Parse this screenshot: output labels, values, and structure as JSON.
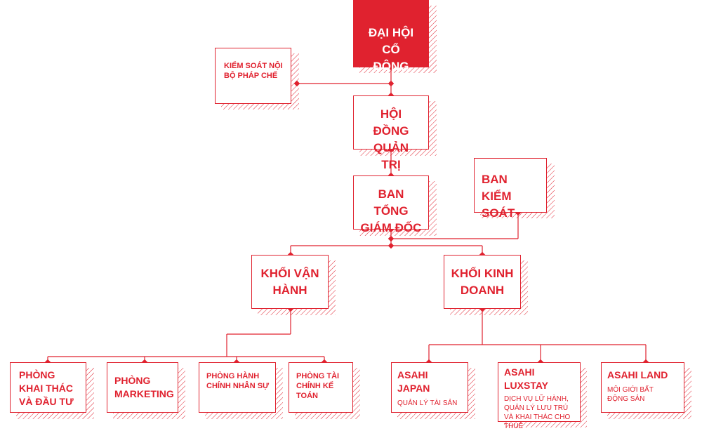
{
  "colors": {
    "accent": "#e0222f",
    "hatch": "#e0222f",
    "background": "#ffffff"
  },
  "nodes": {
    "shareholders": "ĐẠI HỘI CỔ ĐÔNG",
    "internal_control": "KIỂM SOÁT NỘI BỘ PHÁP CHẾ",
    "board": "HỘI ĐỒNG QUẢN TRỊ",
    "ceo_board": "BAN TỔNG GIÁM ĐỐC",
    "supervisory": "BAN KIỂM SOÁT",
    "operations": "KHỐI VẬN HÀNH",
    "business": "KHỐI KINH DOANH",
    "investment": "PHÒNG KHAI THÁC VÀ ĐẦU TƯ",
    "marketing": "PHÒNG MARKETING",
    "hr": "PHÒNG HÀNH CHÍNH NHÂN SỰ",
    "finance": "PHÒNG TÀI CHÍNH KẾ TOÁN",
    "asahi_japan": {
      "title": "ASAHI JAPAN",
      "desc": "QUẢN LÝ TÀI SẢN"
    },
    "asahi_luxstay": {
      "title": "ASAHI LUXSTAY",
      "desc": "DỊCH VỤ LỮ HÀNH, QUẢN LÝ LƯU TRÚ VÀ KHAI THÁC CHO THUÊ"
    },
    "asahi_land": {
      "title": "ASAHI LAND",
      "desc": "MÔI GIỚI BẤT ĐỘNG SẢN"
    }
  }
}
